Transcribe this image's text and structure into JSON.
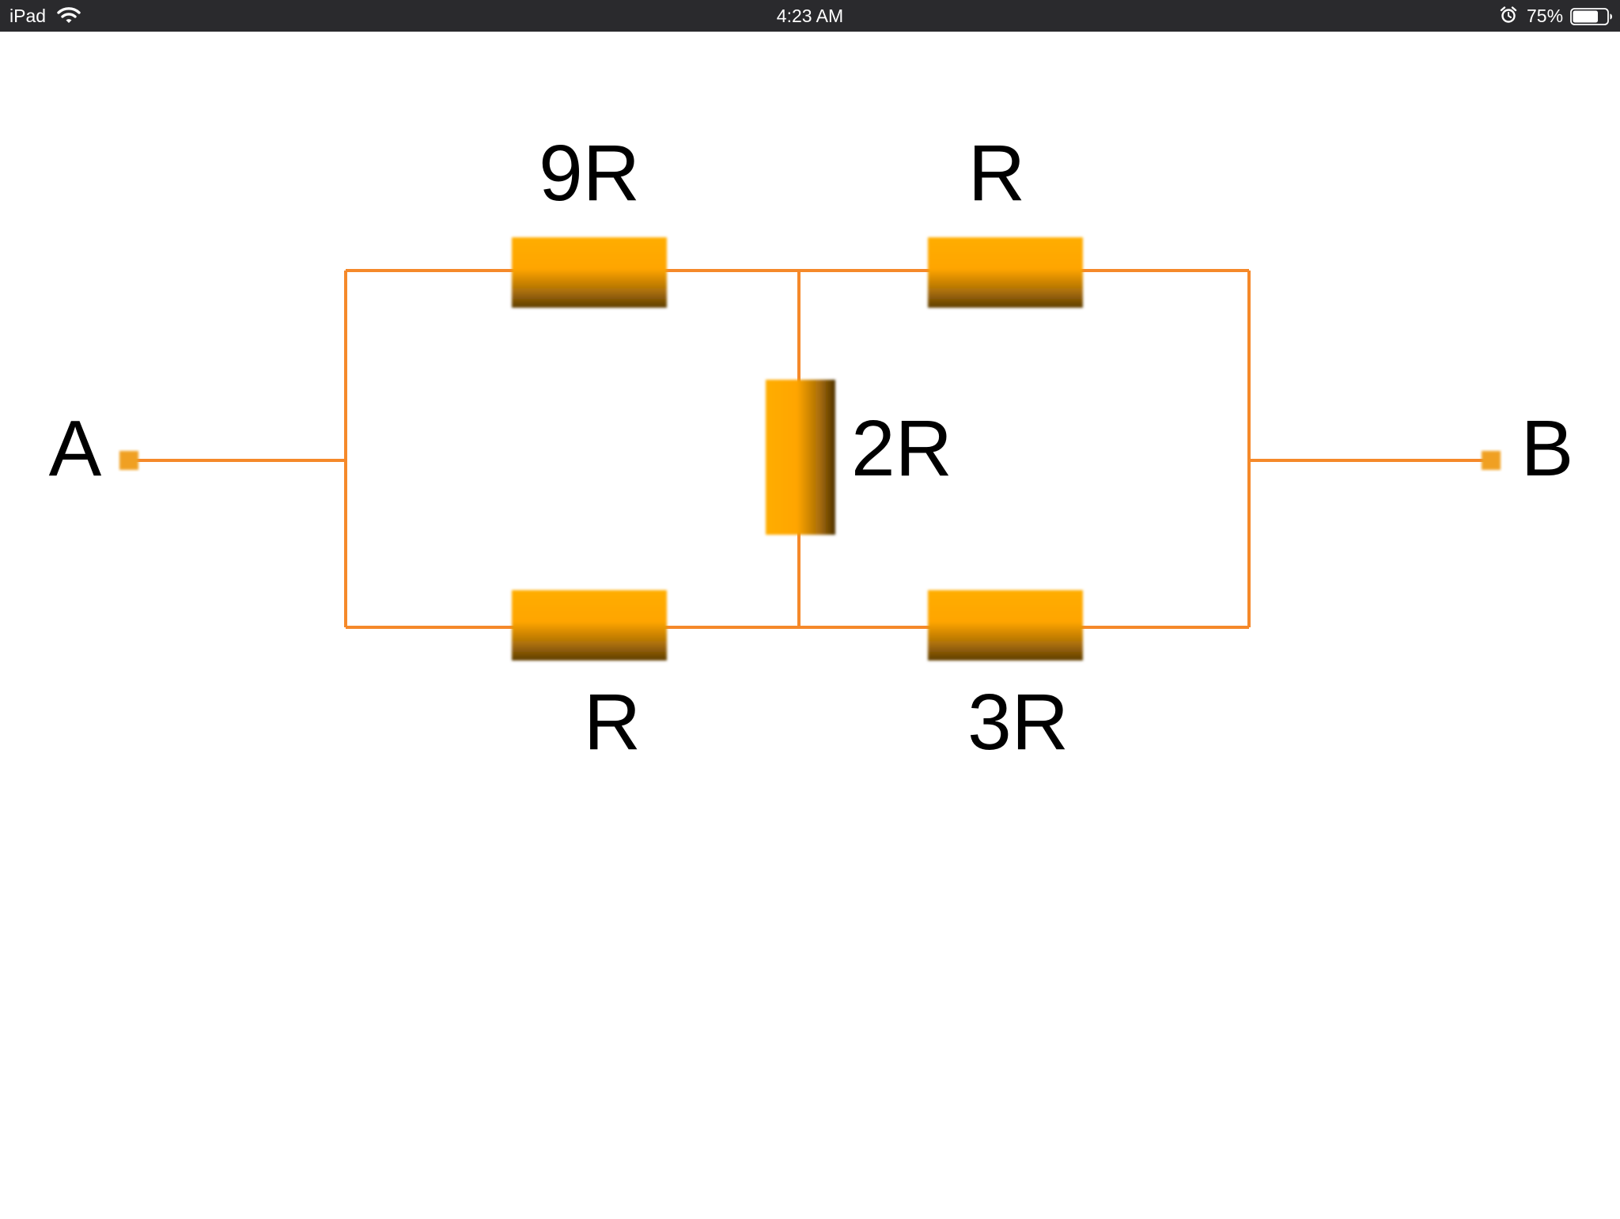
{
  "status_bar": {
    "device": "iPad",
    "time": "4:23 AM",
    "battery_percent": "75%",
    "battery_level": 0.75,
    "icons": [
      "wifi-icon",
      "alarm-icon",
      "battery-icon"
    ]
  },
  "circuit": {
    "terminal_a": "A",
    "terminal_b": "B",
    "resistors": {
      "top_left": "9R",
      "top_right": "R",
      "middle": "2R",
      "bottom_left": "R",
      "bottom_right": "3R"
    },
    "colors": {
      "wire": "#f5892a",
      "resistor_light": "#ffad00",
      "resistor_dark": "#5e3d05",
      "terminal": "#f0a020"
    }
  }
}
